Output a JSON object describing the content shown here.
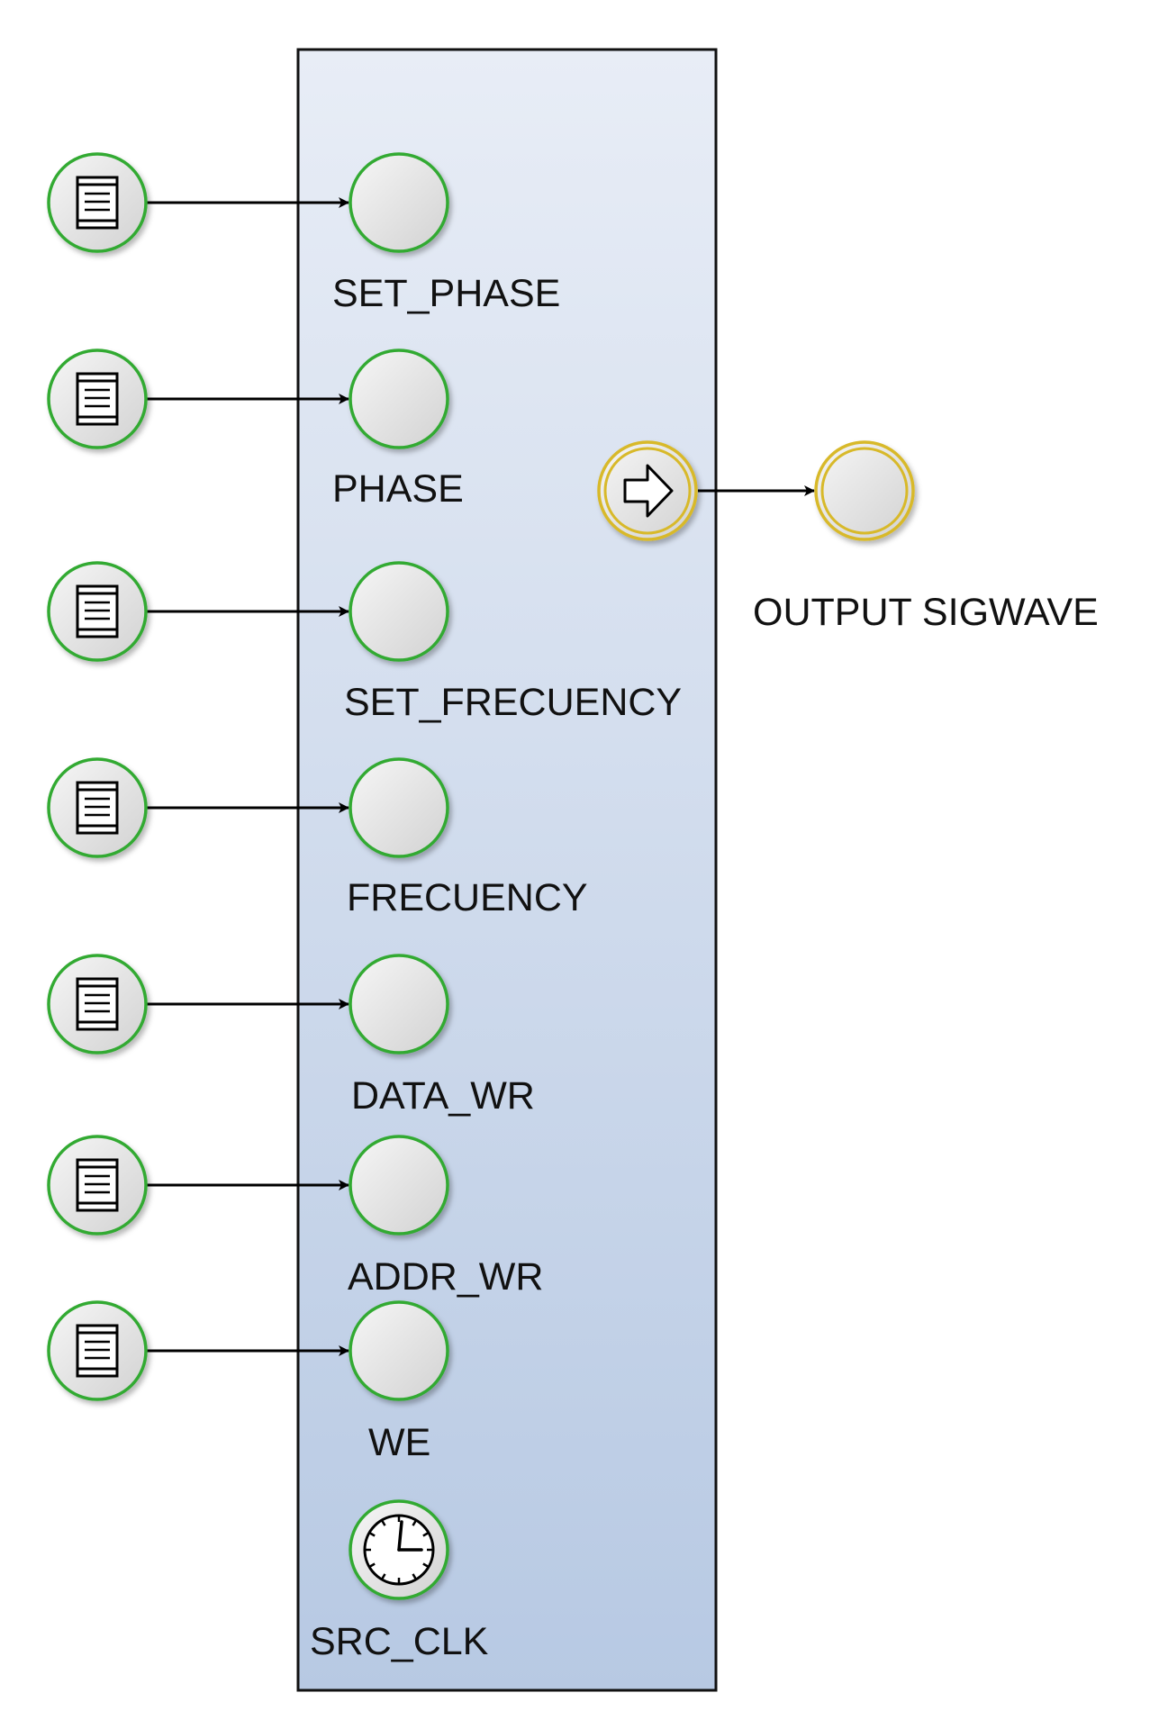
{
  "colors": {
    "event_border": "#33aa33",
    "output_border": "#d8b92a",
    "node_fill_light": "#f4f4f4",
    "node_fill_dark": "#d6d6d6",
    "pool_fill_top": "#e8edf6",
    "pool_fill_bottom": "#b7c9e3",
    "pool_border": "#111111",
    "arrow": "#000000"
  },
  "inputs": [
    {
      "label": "SET_PHASE",
      "icon": "message-list-icon"
    },
    {
      "label": "PHASE",
      "icon": "message-list-icon"
    },
    {
      "label": "SET_FRECUENCY",
      "icon": "message-list-icon"
    },
    {
      "label": "FRECUENCY",
      "icon": "message-list-icon"
    },
    {
      "label": "DATA_WR",
      "icon": "message-list-icon"
    },
    {
      "label": "ADDR_WR",
      "icon": "message-list-icon"
    },
    {
      "label": "WE",
      "icon": "message-list-icon"
    }
  ],
  "clock": {
    "label": "SRC_CLK",
    "icon": "clock-icon"
  },
  "output": {
    "label": "OUTPUT SIGWAVE",
    "icon": "arrow-right-icon"
  }
}
